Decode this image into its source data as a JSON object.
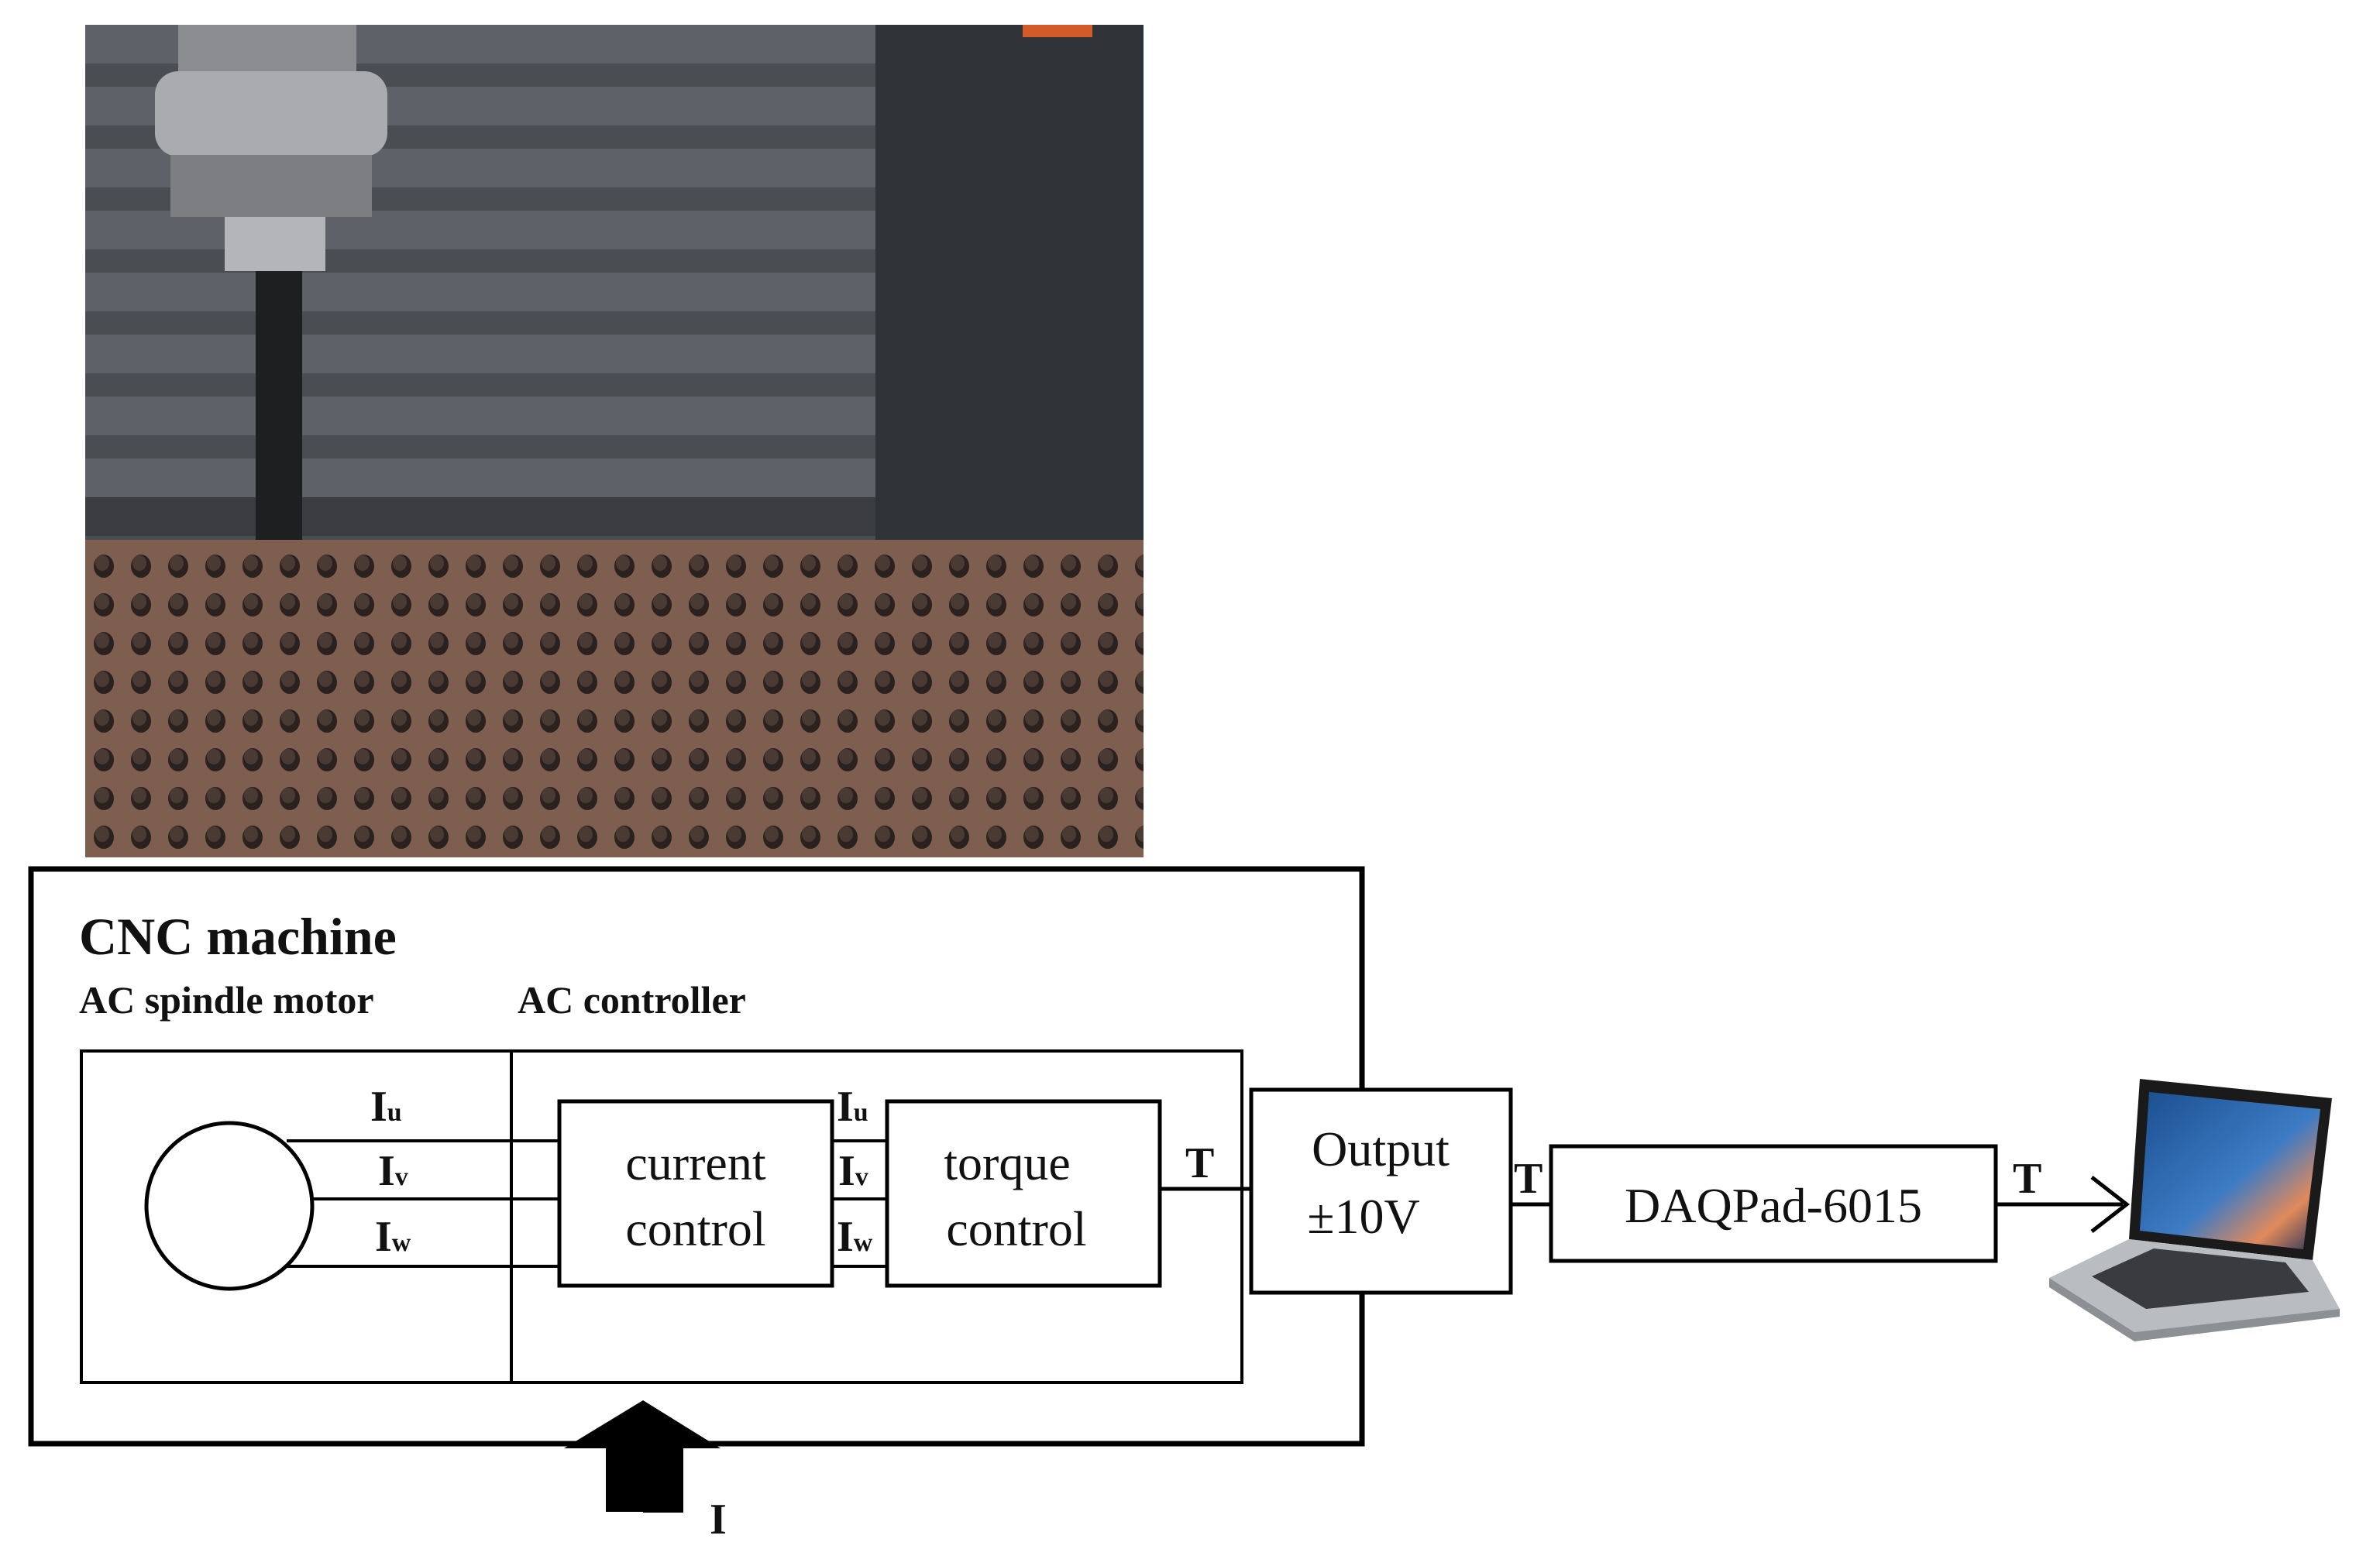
{
  "diagram": {
    "title": "CNC machine",
    "spindle_label": "AC spindle motor",
    "controller_label": "AC controller",
    "current_control": [
      "current",
      "control"
    ],
    "torque_control": [
      "torque",
      "control"
    ],
    "output_box": [
      "Output",
      "±10V"
    ],
    "daq_box": "DAQPad-6015",
    "signals": {
      "phase_main": "I",
      "phase_subs": [
        "u",
        "v",
        "w"
      ],
      "torque": "T",
      "input": "I"
    }
  },
  "images": {
    "photo": "cnc-spindle-on-perforated-table-photo",
    "computer": "laptop-icon"
  },
  "colors": {
    "line": "#000000",
    "photo_wall": "#4a4d52",
    "photo_table": "#7a5a4a"
  }
}
